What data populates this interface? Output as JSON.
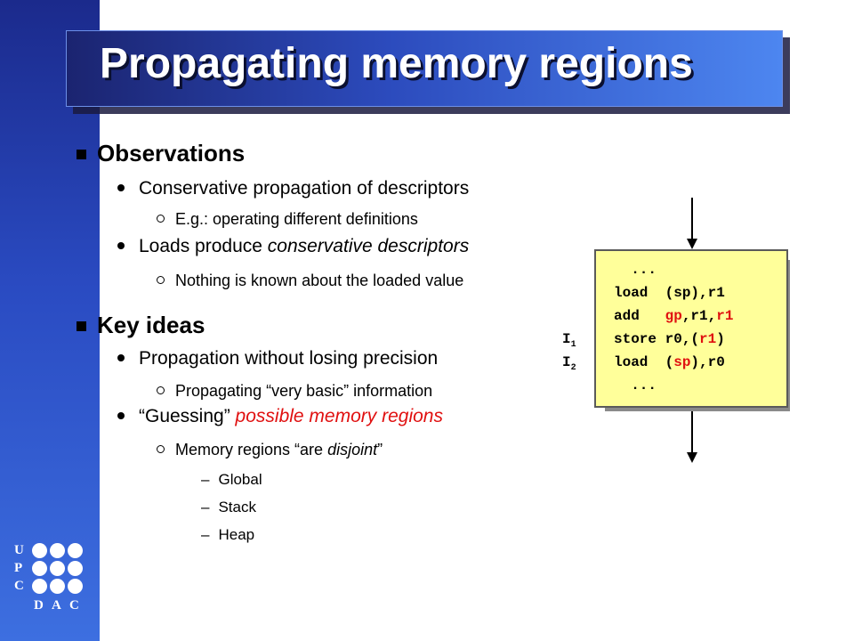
{
  "slide": {
    "title": "Propagating memory regions"
  },
  "content": {
    "observations": {
      "heading": "Observations",
      "item1": "Conservative propagation of descriptors",
      "item1_sub": "E.g.: operating different definitions",
      "item2_prefix": "Loads produce ",
      "item2_italic": "conservative descriptors",
      "item2_sub": "Nothing is known about the loaded value"
    },
    "key_ideas": {
      "heading": "Key ideas",
      "item1": "Propagation without losing precision",
      "item1_sub": "Propagating “very basic” information",
      "item2_prefix": "“Guessing” ",
      "item2_red": "possible memory regions",
      "item2_sub_prefix": "Memory regions “are ",
      "item2_sub_italic": "disjoint",
      "item2_sub_suffix": "”",
      "regions": [
        "Global",
        "Stack",
        "Heap"
      ],
      "dash": "–"
    }
  },
  "code": {
    "line0": "  ...",
    "line1": "load  (sp),r1",
    "line2_a": "add   ",
    "line2_b": "gp",
    "line2_c": ",r1,",
    "line2_d": "r1",
    "line3_a": "store r0,(",
    "line3_b": "r1",
    "line3_c": ")",
    "line4_a": "load  (",
    "line4_b": "sp",
    "line4_c": "),r0",
    "line5": "  ...",
    "label_i1": "I",
    "label_i1_sub": "1",
    "label_i2": "I",
    "label_i2_sub": "2"
  },
  "logo": {
    "letters_left": [
      "U",
      "P",
      "C"
    ],
    "letters_bottom": [
      "D",
      "A",
      "C"
    ]
  },
  "colors": {
    "highlight_red": "#e01010",
    "code_bg": "#ffff9a",
    "title_blue": "#2c4bbd"
  }
}
